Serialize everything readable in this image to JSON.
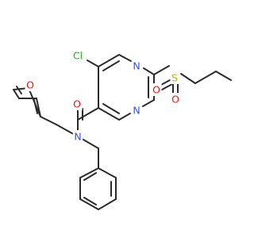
{
  "colors": {
    "bond": "#2b2b2b",
    "O": "#ff0d0d",
    "N": "#3050f8",
    "S": "#b8b800",
    "Cl": "#1fb01f"
  },
  "atom_labels": {
    "cl": "Cl",
    "n_ring_top": "N",
    "n_ring_bottom": "N",
    "o_carbonyl": "O",
    "n_amide": "N",
    "o_furan": "O",
    "s_sulfonyl": "S",
    "o_sulfonyl_left": "O",
    "o_sulfonyl_bottom": "O"
  }
}
